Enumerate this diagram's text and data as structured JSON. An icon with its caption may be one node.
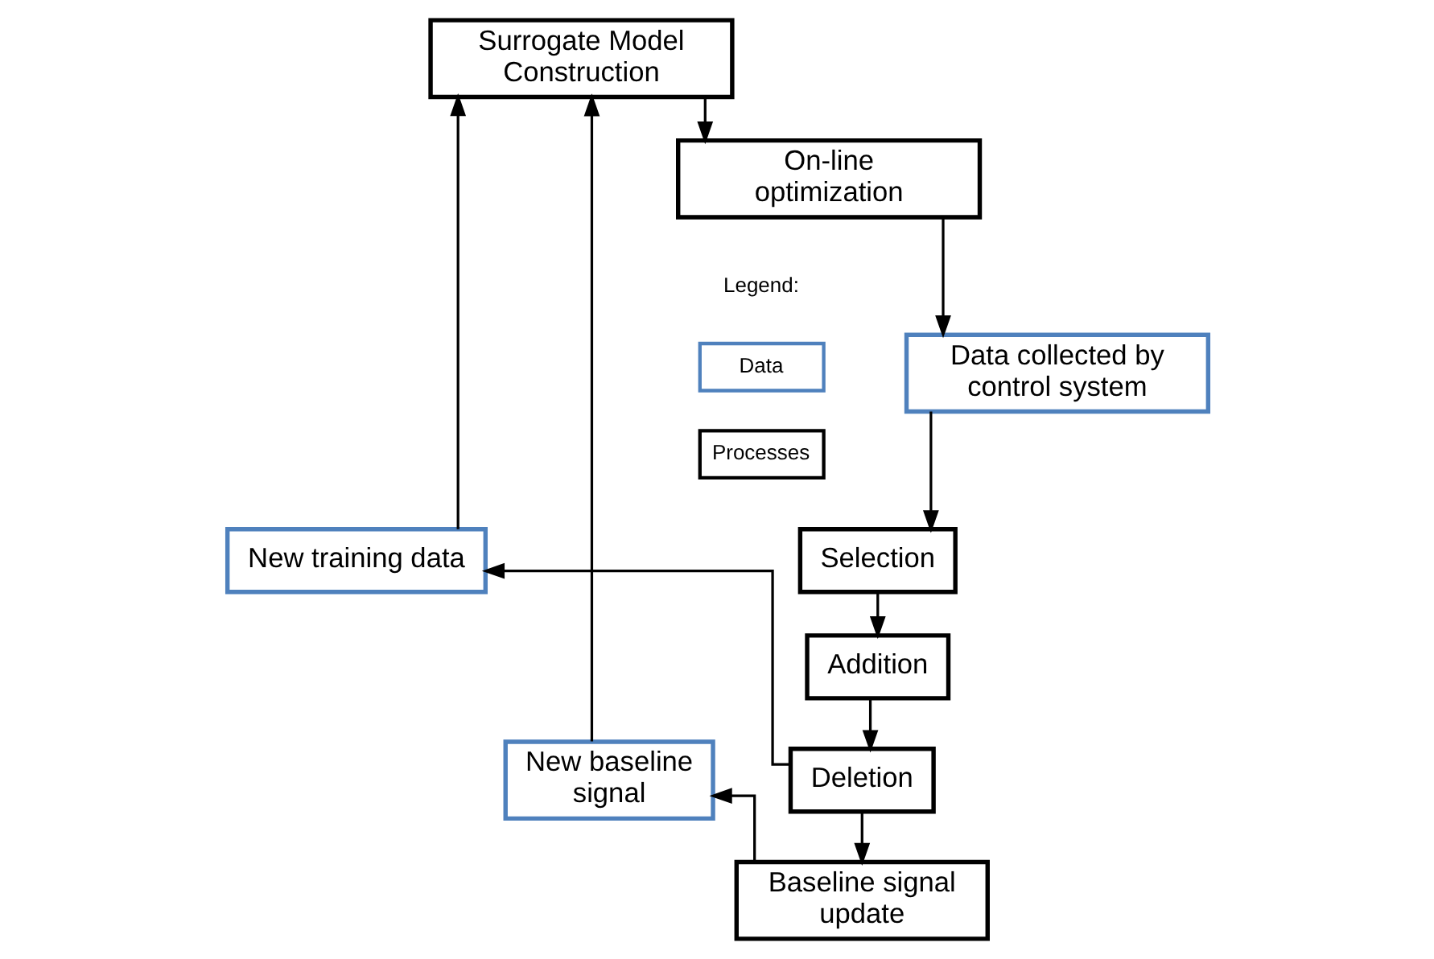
{
  "diagram": {
    "nodes": [
      {
        "text": [
          "Surrogate Model Construction"
        ]
      },
      {
        "text": [
          "On-line optimization"
        ]
      },
      {
        "text": [
          "Data collected by control system"
        ]
      },
      {
        "text": [
          "New training data"
        ]
      },
      {
        "text": [
          "Selection"
        ]
      },
      {
        "text": [
          "Addition"
        ]
      },
      {
        "text": [
          "New baseline signal"
        ]
      },
      {
        "text": [
          "Deletion"
        ]
      },
      {
        "text": [
          "Baseline signal update"
        ]
      }
    ],
    "edges": [
      {
        "from": 0,
        "to": 1,
        "arrow": "to"
      },
      {
        "from": 1,
        "to": 2,
        "arrow": "to"
      },
      {
        "from": 2,
        "to": 4,
        "arrow": "to"
      },
      {
        "from": 4,
        "to": 5,
        "arrow": "to"
      },
      {
        "from": 5,
        "to": 7,
        "arrow": "to"
      },
      {
        "from": 7,
        "to": 8,
        "arrow": "to"
      },
      {
        "from": 7,
        "to": 3,
        "arrow": "to"
      },
      {
        "from": 3,
        "to": 0,
        "arrow": "to"
      },
      {
        "from": 8,
        "to": 6,
        "arrow": "to"
      },
      {
        "from": 6,
        "to": 0,
        "arrow": "to"
      }
    ],
    "labels": [
      "Legend:"
    ],
    "legend": [
      {
        "text": "Data",
        "color": "#4f81bd"
      },
      {
        "text": "Processes",
        "color": "#000000"
      }
    ]
  }
}
